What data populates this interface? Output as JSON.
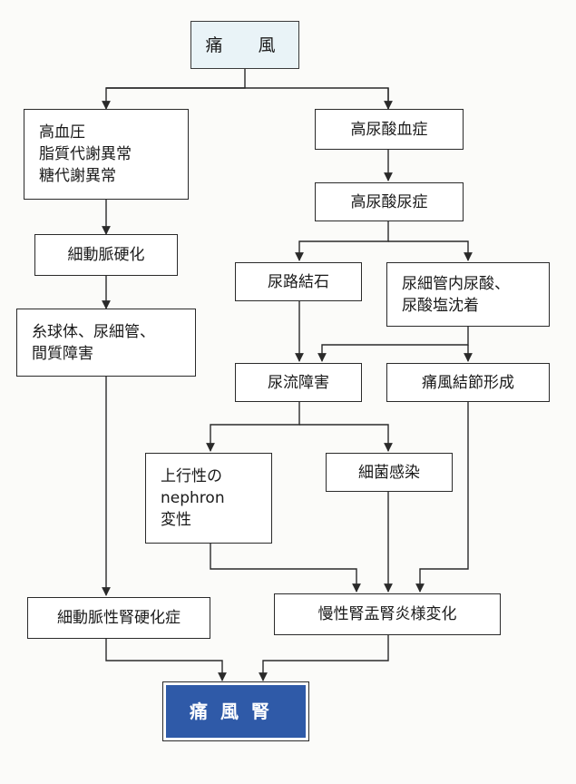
{
  "nodes": {
    "top": "痛　風",
    "comorbidity": [
      "高血圧",
      "脂質代謝異常",
      "糖代謝異常"
    ],
    "arteriolosclerosis": "細動脈硬化",
    "glomerular": [
      "糸球体、尿細管、",
      "間質障害"
    ],
    "arteriolar_nephrosclerosis": "細動脈性腎硬化症",
    "hyperuricemia": "高尿酸血症",
    "hyperuricosuria": "高尿酸尿症",
    "urolithiasis": "尿路結石",
    "tubular_deposit": [
      "尿細管内尿酸、",
      "尿酸塩沈着"
    ],
    "urinary_obstruction": "尿流障害",
    "tophus": "痛風結節形成",
    "ascending": [
      "上行性の",
      "nephron",
      "変性"
    ],
    "infection": "細菌感染",
    "pyelonephritis": "慢性腎盂腎炎様変化",
    "result": "痛風腎"
  }
}
